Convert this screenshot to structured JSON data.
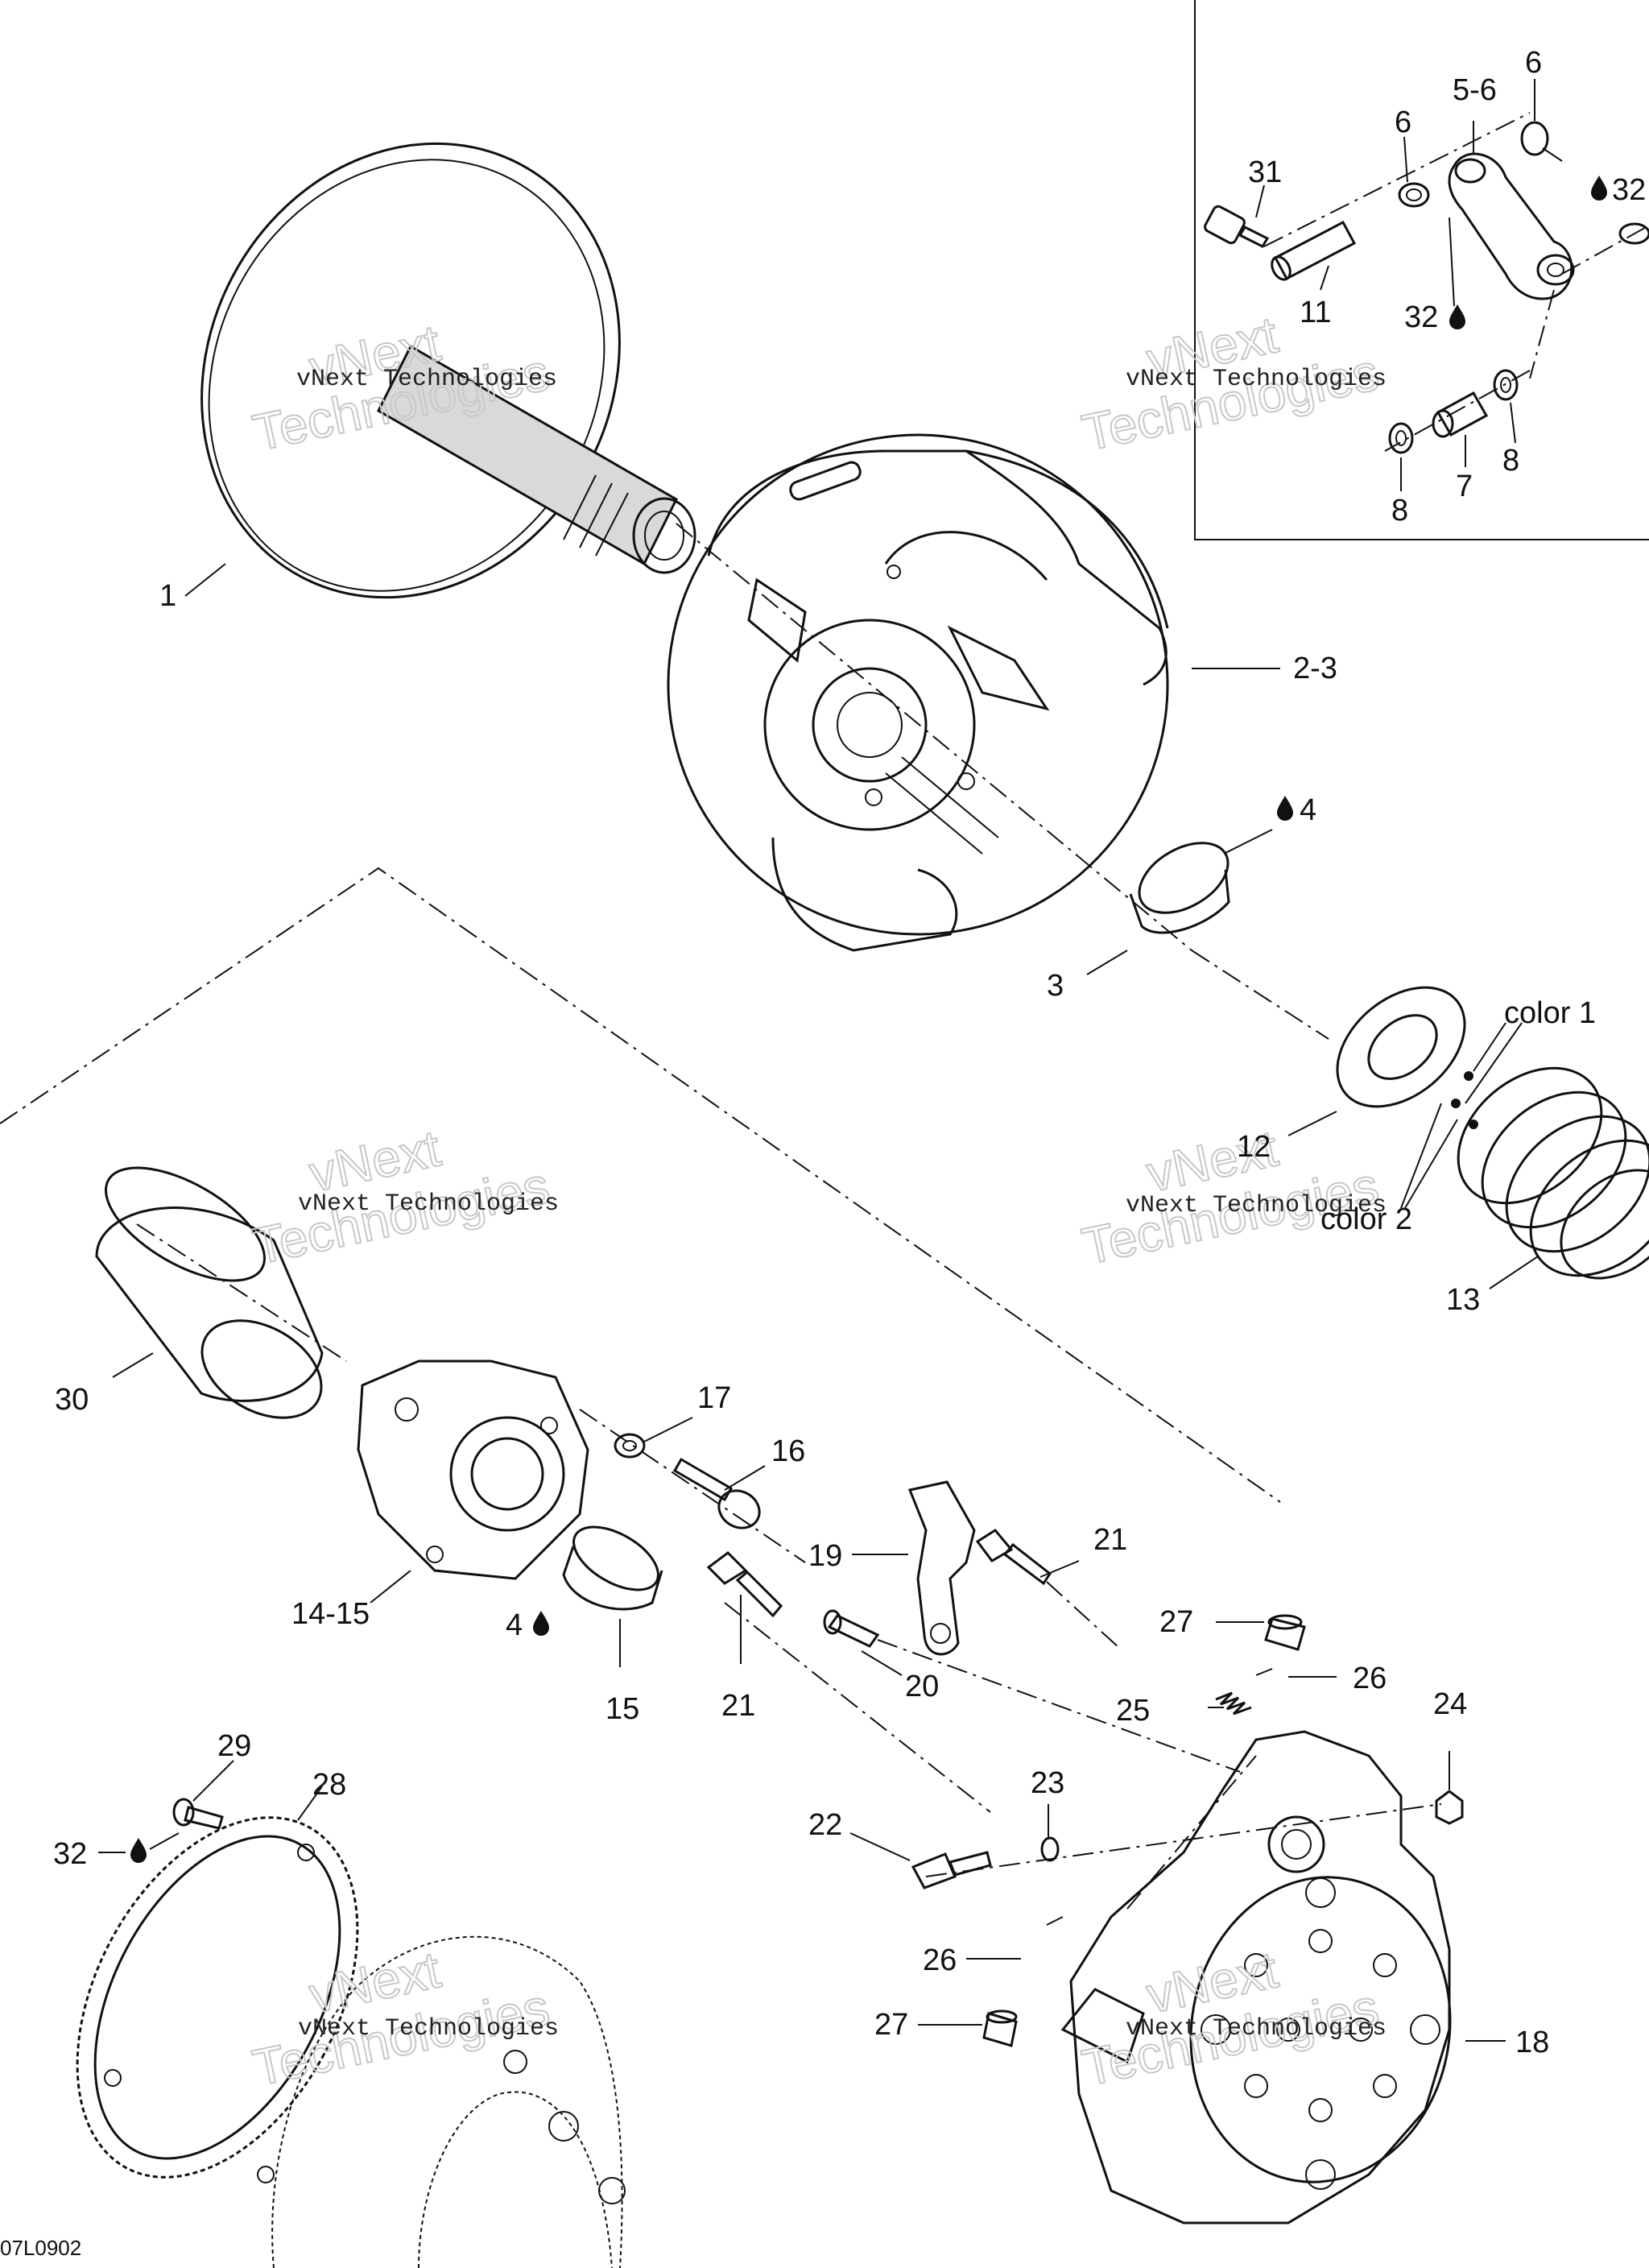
{
  "diagram_code": "07L0902",
  "watermark": {
    "line1": "vNext Technologies",
    "line2a": "vNext",
    "line2b": "Technologies"
  },
  "oil_symbol": "oil-drop-icon",
  "callouts": {
    "c1": "1",
    "c2_3": "2-3",
    "c3": "3",
    "c4a": "4",
    "c4b": "4",
    "c5_6": "5-6",
    "c6a": "6",
    "c6b": "6",
    "c7": "7",
    "c8a": "8",
    "c8b": "8",
    "c11": "11",
    "c12": "12",
    "c13": "13",
    "c14_15": "14-15",
    "c15": "15",
    "c16": "16",
    "c17": "17",
    "c18": "18",
    "c19": "19",
    "c20": "20",
    "c21a": "21",
    "c21b": "21",
    "c22": "22",
    "c23": "23",
    "c24": "24",
    "c25": "25",
    "c26a": "26",
    "c26b": "26",
    "c27a": "27",
    "c27b": "27",
    "c28": "28",
    "c29": "29",
    "c30": "30",
    "c31": "31",
    "c32a": "32",
    "c32b": "32",
    "c32c": "32",
    "color1": "color 1",
    "color2": "color 2"
  }
}
